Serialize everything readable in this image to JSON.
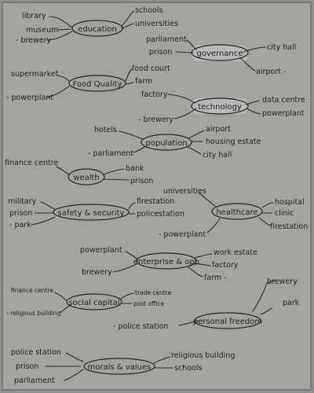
{
  "hubs": {
    "education": "education",
    "governance": "governance",
    "food": "Food Quality",
    "technology": "technology",
    "population": "population",
    "wealth": "wealth",
    "safety": "safety & security",
    "healthcare": "healthcare",
    "enterprise": "enterprise & opp",
    "social": "social capital",
    "personal": "personal freedom",
    "morals": "morals & values"
  },
  "labels": {
    "library": "library",
    "museum": "museum",
    "brewery_edu": "- brewery",
    "schools_edu": "schools",
    "universities_edu": "universities",
    "parliament_gov": "parliament",
    "prison_gov": "prison",
    "cityhall_gov": "city hall",
    "airport_gov": "airport -",
    "supermarket": "supermarket",
    "powerplant_food": "- powerplant",
    "foodcourt": "food court",
    "farm_food": "farm",
    "factory_tech": "factory",
    "brewery_tech": "- brewery",
    "datacentre": "data centre",
    "powerplant_tech": "powerplant",
    "hotels": "hotels",
    "parliament_pop": "- parliament",
    "airport_pop": "airport",
    "housing": "housing estate",
    "cityhall_pop": "city hall",
    "finance_wealth": "finance centre",
    "bank": "bank",
    "prison_wealth": "prison",
    "military": "military",
    "prison_safe": "prison",
    "park_safe": "- park",
    "firestation_safe": "firestation",
    "policestation_safe": "policestation",
    "universities_hc": "universities",
    "powerplant_hc": "- powerplant",
    "hospital": "hospital",
    "clinic": "clinic",
    "firestation_hc": "firestation",
    "powerplant_ent": "powerplant",
    "brewery_ent": "brewery",
    "workestate": "work estate",
    "factory_ent": "factory",
    "farm_ent": "farm -",
    "finance_soc": "finance centre",
    "religious_soc": "- religious building",
    "tradecentre": "trade centre",
    "postoffice": "post office",
    "brewery_pf": "brewery",
    "park_pf": "park",
    "police_pf": "- police station",
    "police_mor": "police station",
    "prison_mor": "prison",
    "parliament_mor": "parliament",
    "religious_mor": "religious building",
    "schools_mor": "schools"
  }
}
